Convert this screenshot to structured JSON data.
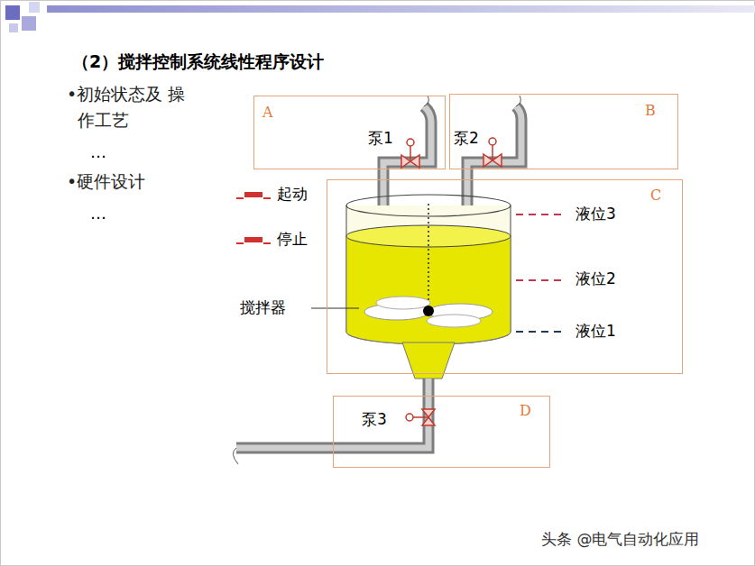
{
  "diagram": {
    "title": "（2）搅拌控制系统线性程序设计",
    "nodes": [
      {
        "text": [
          "A"
        ]
      },
      {
        "text": [
          "B"
        ]
      },
      {
        "text": [
          "C"
        ]
      },
      {
        "text": [
          "D"
        ]
      }
    ],
    "labels": [
      "•初始状态及 操作工艺",
      "…",
      "•硬件设计",
      "…",
      "泵1",
      "泵2",
      "起动",
      "停止",
      "液位3",
      "液位2",
      "液位1",
      "搅拌器",
      "泵3",
      "头条 @电气自动化应用"
    ]
  }
}
